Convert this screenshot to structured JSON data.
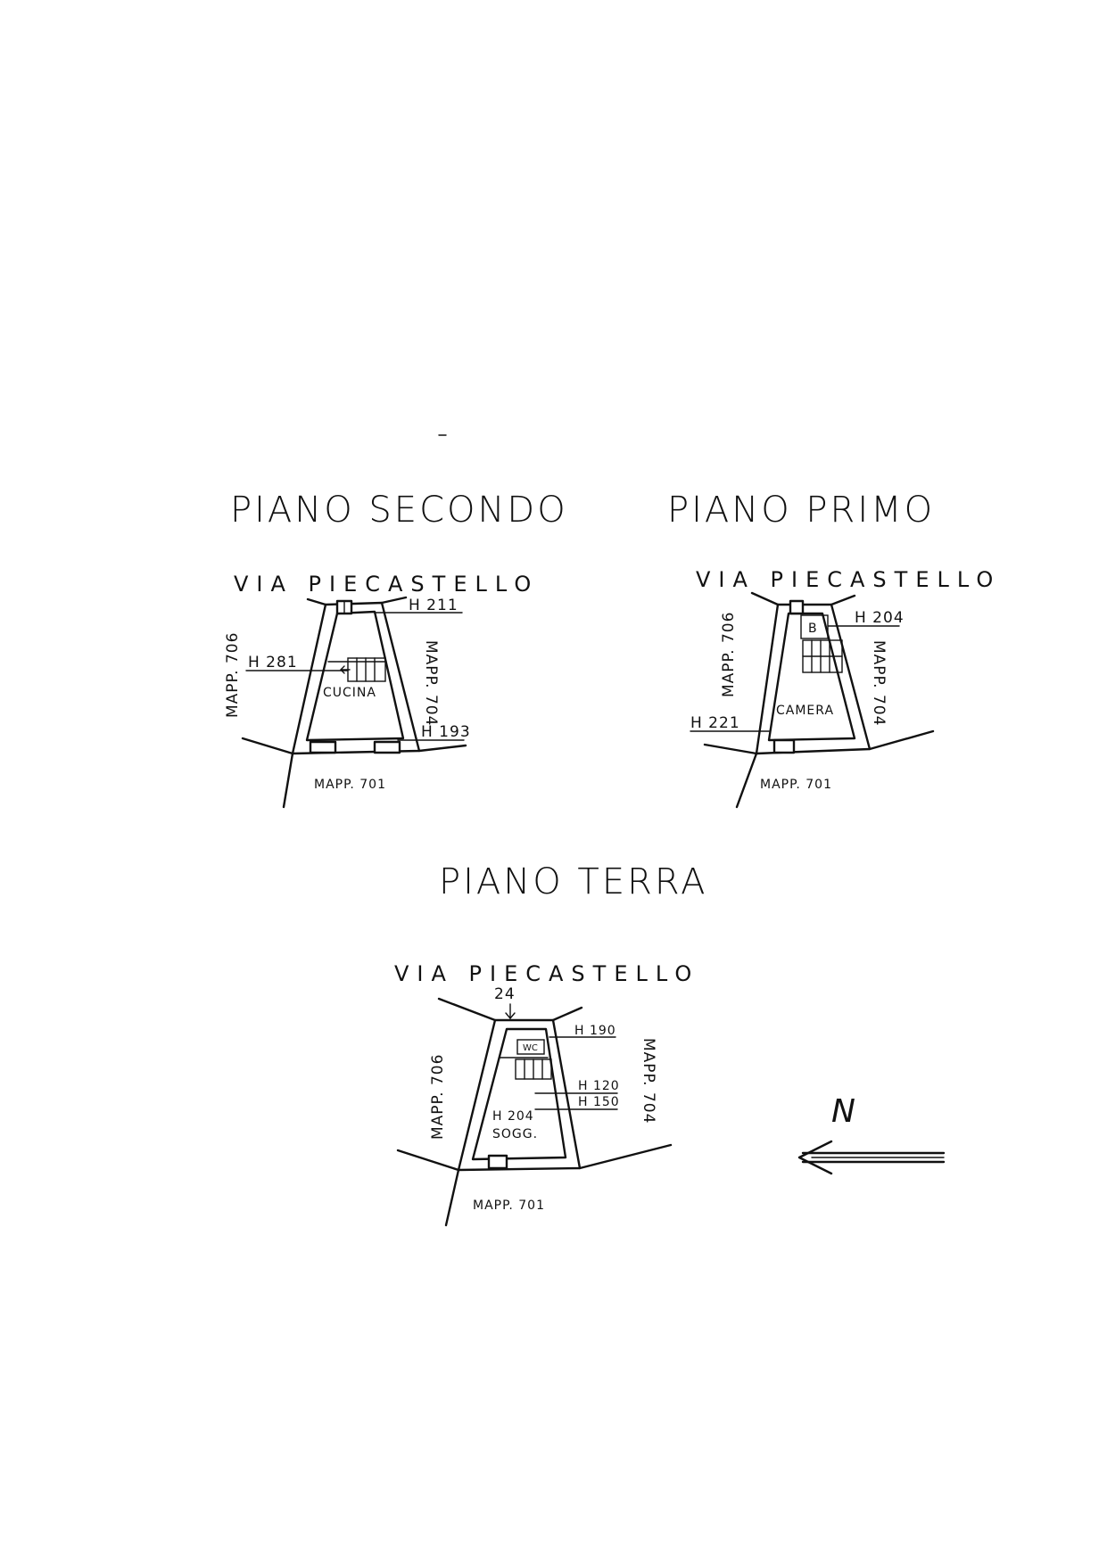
{
  "colors": {
    "ink": "#111111",
    "paper": "#ffffff"
  },
  "icons": {
    "north_arrow": "north-arrow-icon"
  },
  "plans": {
    "second": {
      "title": "PIANO SECONDO",
      "street": "VIA PIECASTELLO",
      "left_parcel": "MAPP. 706",
      "right_parcel": "MAPP. 704",
      "bottom_parcel": "MAPP. 701",
      "room": "CUCINA",
      "heights": [
        "H 211",
        "H 281",
        "H 193"
      ]
    },
    "first": {
      "title": "PIANO PRIMO",
      "street": "VIA PIECASTELLO",
      "left_parcel": "MAPP. 706",
      "right_parcel": "MAPP. 704",
      "bottom_parcel": "MAPP. 701",
      "room": "CAMERA",
      "bath": "B",
      "heights": [
        "H 204",
        "H 221"
      ]
    },
    "ground": {
      "title": "PIANO TERRA",
      "street": "VIA PIECASTELLO",
      "left_parcel": "MAPP. 706",
      "right_parcel": "MAPP. 704",
      "bottom_parcel": "MAPP. 701",
      "room": "SOGG.",
      "wc": "WC",
      "dimension": "24",
      "heights": [
        "H 190",
        "H 120",
        "H 150",
        "H 204"
      ]
    }
  },
  "north_label": "N"
}
